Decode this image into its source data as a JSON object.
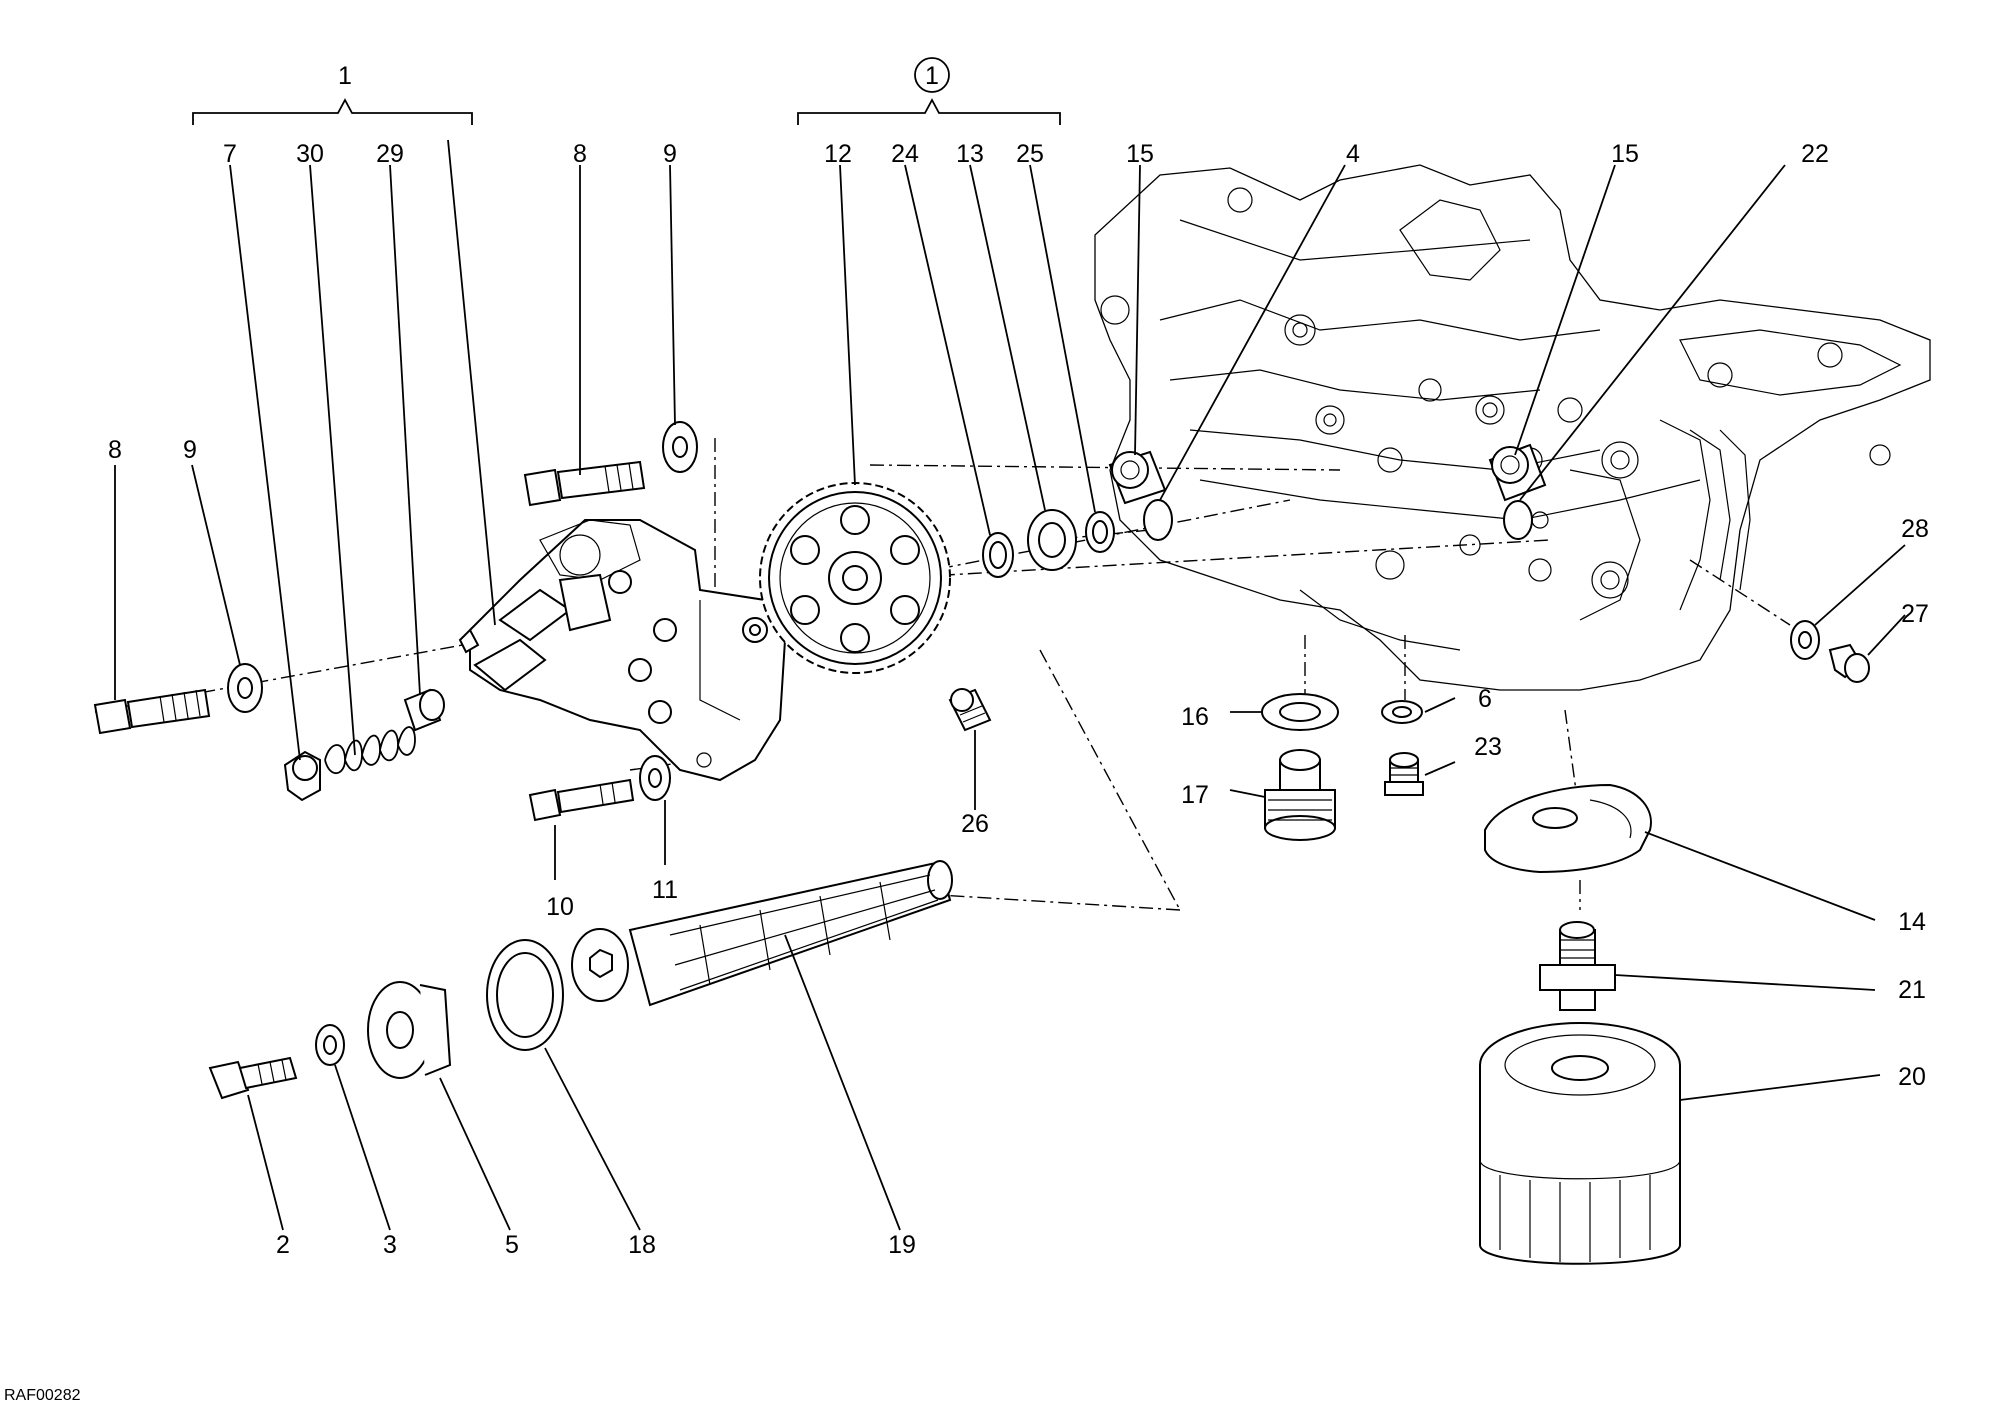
{
  "labels": {
    "l1": "1",
    "l1c": "1",
    "l2": "2",
    "l3": "3",
    "l4": "4",
    "l5": "5",
    "l6": "6",
    "l7": "7",
    "l8a": "8",
    "l8b": "8",
    "l9a": "9",
    "l9b": "9",
    "l10": "10",
    "l11": "11",
    "l12": "12",
    "l13": "13",
    "l14": "14",
    "l15a": "15",
    "l15b": "15",
    "l16": "16",
    "l17": "17",
    "l18": "18",
    "l19": "19",
    "l20": "20",
    "l21": "21",
    "l22": "22",
    "l23": "23",
    "l24": "24",
    "l25": "25",
    "l26": "26",
    "l27": "27",
    "l28": "28",
    "l29": "29",
    "l30": "30"
  },
  "drawing_code": "RAF00282"
}
